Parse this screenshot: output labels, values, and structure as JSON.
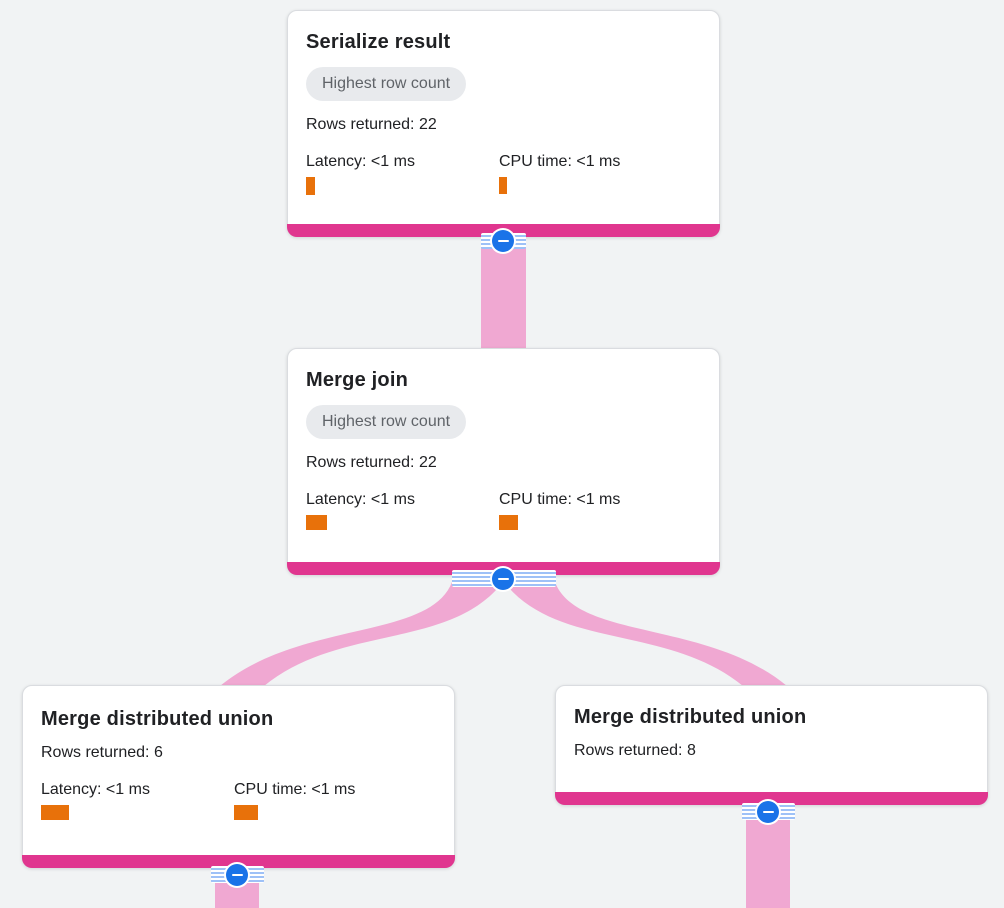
{
  "colors": {
    "background": "#f1f3f4",
    "ribbon": "#f0a8d2",
    "node_bottom_bar": "#e0368f",
    "metric_bar": "#e8710a",
    "collapse_button": "#1a73e8",
    "badge_bg": "#e8eaed",
    "badge_text": "#5f6368"
  },
  "nodes": [
    {
      "title": "Serialize result",
      "badge": "Highest row count",
      "rows": "Rows returned: 22",
      "metrics": [
        {
          "label": "Latency: <1 ms",
          "bar_style": "width:9px;height:18px"
        },
        {
          "label": "CPU time: <1 ms",
          "bar_style": "width:8px;height:17px"
        }
      ]
    },
    {
      "title": "Merge join",
      "badge": "Highest row count",
      "rows": "Rows returned: 22",
      "metrics": [
        {
          "label": "Latency: <1 ms",
          "bar_style": "width:21px;height:15px"
        },
        {
          "label": "CPU time: <1 ms",
          "bar_style": "width:19px;height:15px"
        }
      ]
    },
    {
      "title": "Merge distributed union",
      "rows": "Rows returned: 6",
      "metrics": [
        {
          "label": "Latency: <1 ms",
          "bar_style": "width:28px;height:15px"
        },
        {
          "label": "CPU time: <1 ms",
          "bar_style": "width:24px;height:15px"
        }
      ]
    },
    {
      "title": "Merge distributed union",
      "rows": "Rows returned: 8",
      "metrics": []
    }
  ]
}
